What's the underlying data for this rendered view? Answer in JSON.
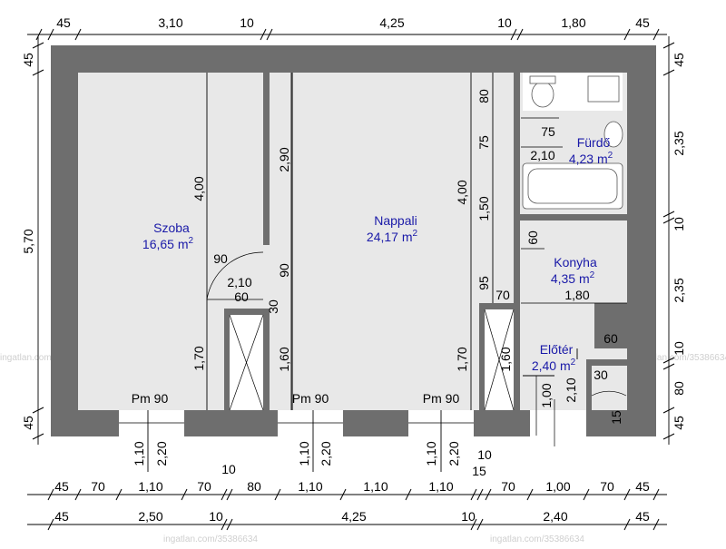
{
  "watermark": "ingatlan.com/35386634",
  "colors": {
    "wall": "#6e6e6e",
    "floor": "#e8e8e8",
    "room_label": "#1a1aa8"
  },
  "rooms": {
    "szoba": {
      "name": "Szoba",
      "area": "16,65 m",
      "unit_sup": "2"
    },
    "nappali": {
      "name": "Nappali",
      "area": "24,17 m",
      "unit_sup": "2"
    },
    "furdo": {
      "name": "Fürdő",
      "area": "4,23 m",
      "unit_sup": "2"
    },
    "konyha": {
      "name": "Konyha",
      "area": "4,35 m",
      "unit_sup": "2"
    },
    "eloter": {
      "name": "Előtér",
      "area": "2,40 m",
      "unit_sup": "2"
    }
  },
  "window_labels": {
    "w1": "Pm 90",
    "w2": "Pm 90",
    "w3": "Pm 90"
  },
  "dims_top": [
    "45",
    "3,10",
    "10",
    "4,25",
    "10",
    "1,80",
    "45"
  ],
  "dims_bottom1": [
    "45",
    "70",
    "1,10",
    "70",
    "80",
    "1,10",
    "1,10",
    "1,10",
    "70",
    "1,00",
    "70",
    "45"
  ],
  "dims_bottom2": [
    "45",
    "2,50",
    "10",
    "4,25",
    "10",
    "2,40",
    "45"
  ],
  "dims_left": [
    "45",
    "5,70",
    "45"
  ],
  "dims_right": [
    "45",
    "2,35",
    "10",
    "2,35",
    "10",
    "80",
    "45"
  ],
  "inner": {
    "szoba_h_upper": "4,00",
    "szoba_h_lower": "1,70",
    "door1_w": "90",
    "door1_h": "2,10",
    "door1_bottom": "60",
    "door1_side": "30",
    "corr_upper": "2,90",
    "corr_mid": "90",
    "corr_lower": "1,60",
    "nappali_h_upper": "4,00",
    "nappali_h_lower": "1,70",
    "col_a1": "80",
    "col_a2": "75",
    "col_a3": "1,50",
    "col_a4": "95",
    "col_a5": "1,60",
    "bath_door_w": "75",
    "bath_door_h": "2,10",
    "kitchen_door_h": "60",
    "kitchen_w": "1,80",
    "kitchen_door_w": "70",
    "entry_60": "60",
    "entry_30": "30",
    "entry_15": "15",
    "entry_door_w": "1,00",
    "entry_door_h": "2,10",
    "win_h_1": "1,10",
    "win_h_2": "2,20",
    "win_h_3": "1,10",
    "win_h_4": "2,20",
    "win_h_5": "1,10",
    "win_h_6": "2,20",
    "under_10a": "10",
    "under_10b": "10",
    "under_15": "15"
  }
}
